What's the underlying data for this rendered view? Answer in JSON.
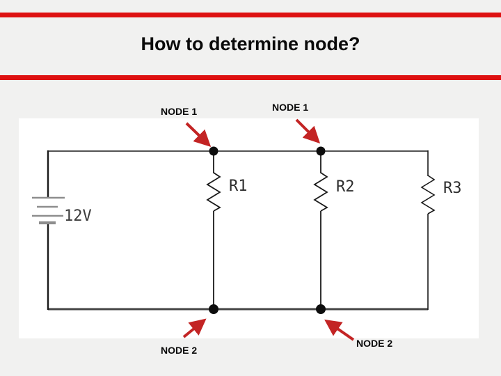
{
  "slide": {
    "title": "How to determine node?",
    "colors": {
      "background": "#f1f1f0",
      "accent_bar": "#de1111",
      "annotation_arrow": "#c32424",
      "wire": "#1a1a1a",
      "bottom_wire": "#444444",
      "battery_plates": "#8e8e8e",
      "component_text": "#2e2e2e",
      "title_text": "#0a0a0a"
    }
  },
  "annotations": {
    "node1_left": "NODE 1",
    "node1_right": "NODE 1",
    "node2_left": "NODE 2",
    "node2_right": "NODE 2"
  },
  "circuit": {
    "voltage_source": {
      "label": "12V"
    },
    "resistors": [
      {
        "label": "R1"
      },
      {
        "label": "R2"
      },
      {
        "label": "R3"
      }
    ]
  }
}
